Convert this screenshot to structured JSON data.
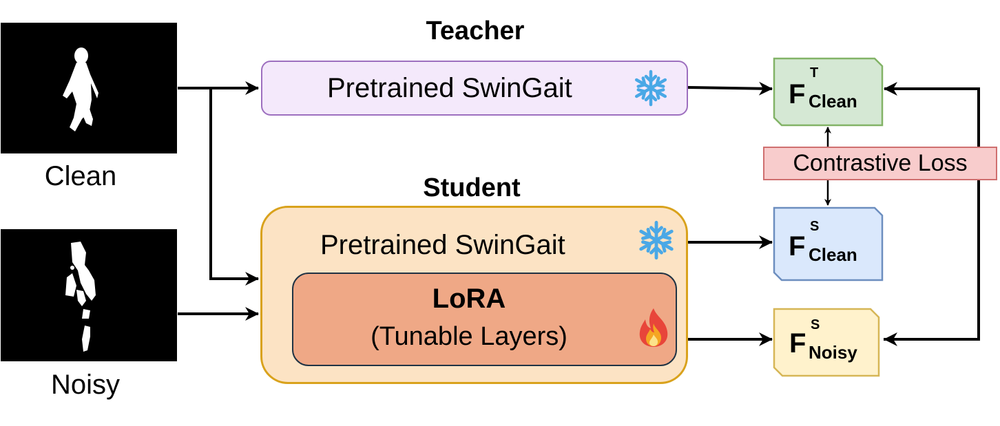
{
  "inputs": {
    "clean_label": "Clean",
    "noisy_label": "Noisy"
  },
  "teacher": {
    "title": "Teacher",
    "box_label": "Pretrained SwinGait",
    "status_icon": "snowflake-icon"
  },
  "student": {
    "title": "Student",
    "box_label": "Pretrained SwinGait",
    "status_icon": "snowflake-icon",
    "lora": {
      "title": "LoRA",
      "subtitle": "(Tunable Layers)",
      "status_icon": "fire-icon"
    }
  },
  "loss": {
    "label": "Contrastive Loss"
  },
  "features": {
    "teacher_clean": {
      "main": "F",
      "sup": "T",
      "sub": "Clean"
    },
    "student_clean": {
      "main": "F",
      "sup": "S",
      "sub": "Clean"
    },
    "student_noisy": {
      "main": "F",
      "sup": "S",
      "sub": "Noisy"
    }
  },
  "colors": {
    "teacher_fill": "#f4e9fb",
    "teacher_border": "#9d6fbf",
    "student_fill": "#fce3c4",
    "student_border": "#d9a21c",
    "lora_fill": "#efa886",
    "loss_fill": "#f8cccc",
    "feature_teacher_clean": "#d5e8d4",
    "feature_student_clean": "#dae8fc",
    "feature_student_noisy": "#fff2cc",
    "snowflake": "#4aa8e6"
  }
}
